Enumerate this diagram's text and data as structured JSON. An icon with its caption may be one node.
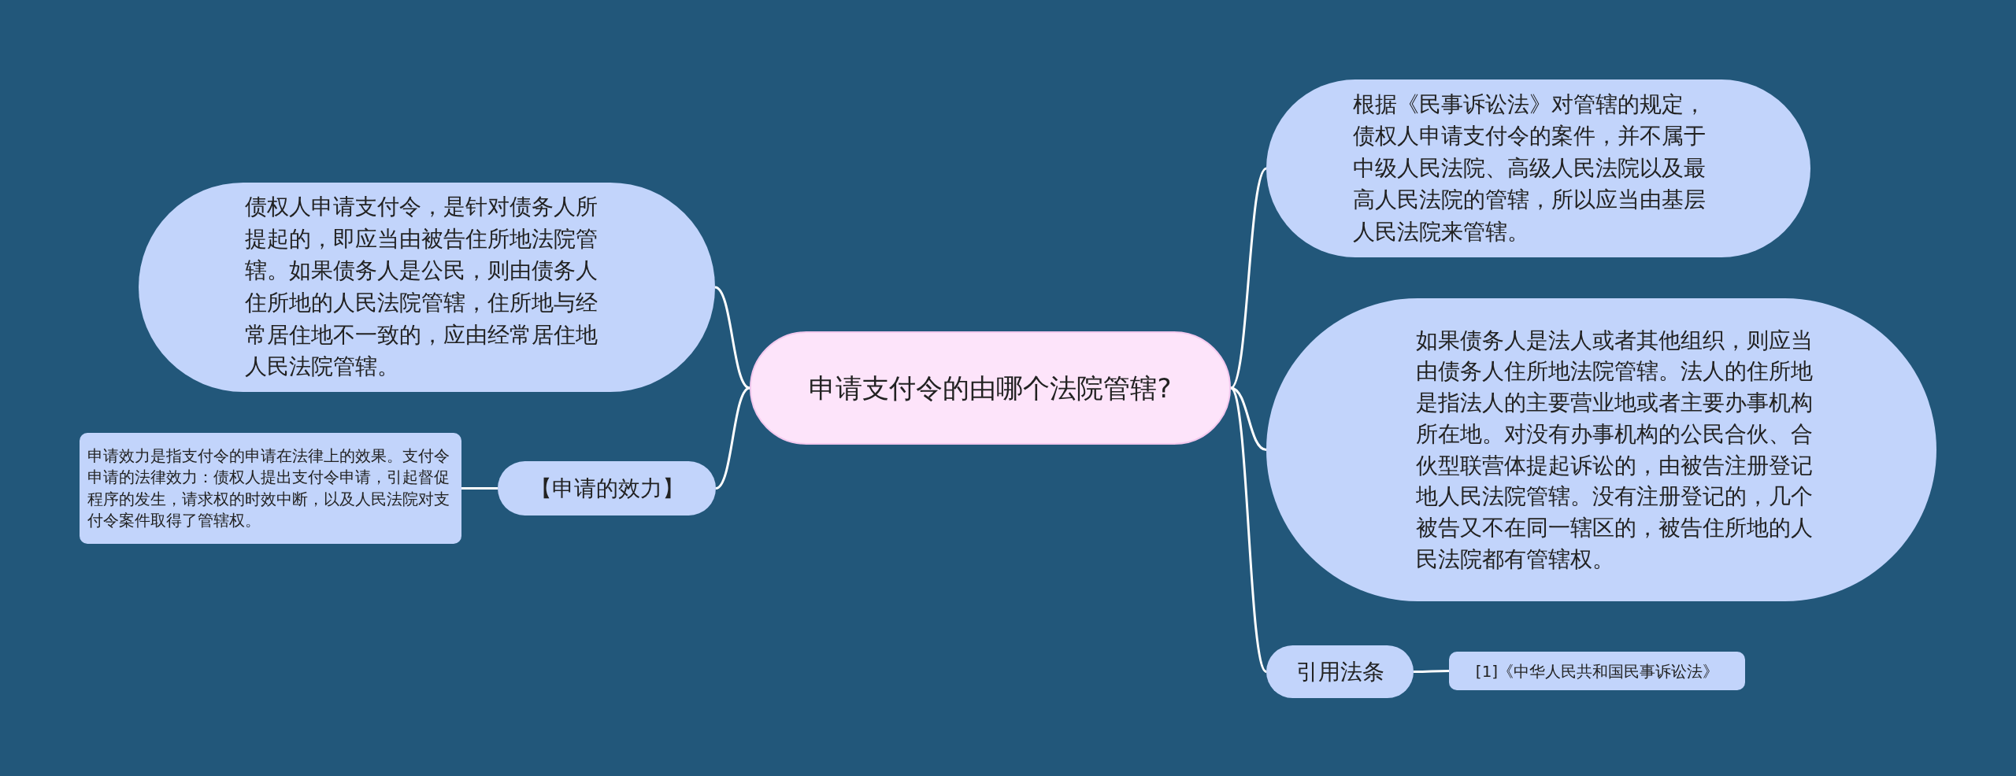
{
  "diagram": {
    "nodes": [
      {
        "text": [
          "申请支付令的由哪个法院管辖?"
        ]
      },
      {
        "text": [
          "债权人申请支付令，是针对债务人所提起的，即应当由被告住所地法院管辖。如果债务人是公民，则由债务人住所地的人民法院管辖，住所地与经常居住地不一致的，应由经常居住地人民法院管辖。"
        ]
      },
      {
        "text": [
          "【申请的效力】"
        ]
      },
      {
        "text": [
          "申请效力是指支付令的申请在法律上的效果。支付令申请的法律效力：债权人提出支付令申请，引起督促程序的发生，请求权的时效中断，以及人民法院对支付令案件取得了管辖权。"
        ]
      },
      {
        "text": [
          "根据《民事诉讼法》对管辖的规定，债权人申请支付令的案件，并不属于中级人民法院、高级人民法院以及最高人民法院的管辖，所以应当由基层人民法院来管辖。"
        ]
      },
      {
        "text": [
          "如果债务人是法人或者其他组织，则应当由债务人住所地法院管辖。法人的住所地是指法人的主要营业地或者主要办事机构所在地。对没有办事机构的公民合伙、合伙型联营体提起诉讼的，由被告注册登记地人民法院管辖。没有注册登记的，几个被告又不在同一辖区的，被告住所地的人民法院都有管辖权。"
        ]
      },
      {
        "text": [
          "引用法条"
        ]
      },
      {
        "text": [
          "[1]《中华人民共和国民事诉讼法》"
        ]
      }
    ],
    "edges": [
      {
        "from": 0,
        "to": 1,
        "arrow": "none"
      },
      {
        "from": 0,
        "to": 2,
        "arrow": "none"
      },
      {
        "from": 2,
        "to": 3,
        "arrow": "none"
      },
      {
        "from": 0,
        "to": 4,
        "arrow": "none"
      },
      {
        "from": 0,
        "to": 5,
        "arrow": "none"
      },
      {
        "from": 0,
        "to": 6,
        "arrow": "none"
      },
      {
        "from": 6,
        "to": 7,
        "arrow": "none"
      }
    ]
  }
}
